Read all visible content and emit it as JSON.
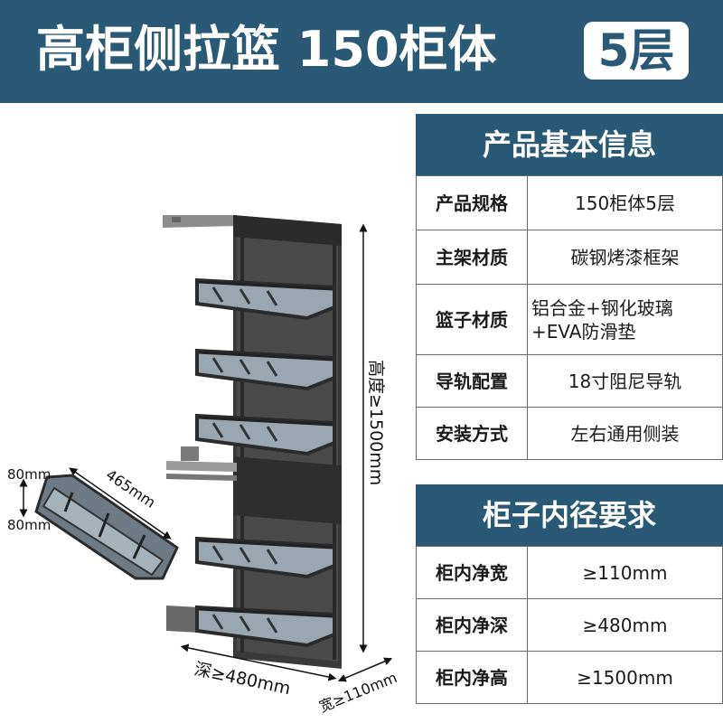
{
  "header": {
    "title": "高柜侧拉篮  150柜体",
    "badge": "5层"
  },
  "info": {
    "title": "产品基本信息",
    "rows": [
      {
        "label": "产品规格",
        "value": "150柜体5层"
      },
      {
        "label": "主架材质",
        "value": "碳钢烤漆框架"
      },
      {
        "label": "篮子材质",
        "value": "铝合金+钢化玻璃+EVA防滑垫"
      },
      {
        "label": "导轨配置",
        "value": "18寸阻尼导轨"
      },
      {
        "label": "安装方式",
        "value": "左右通用侧装"
      }
    ]
  },
  "cabinet": {
    "title": "柜子内径要求",
    "rows": [
      {
        "label": "柜内净宽",
        "value": "≥110mm"
      },
      {
        "label": "柜内净深",
        "value": "≥480mm"
      },
      {
        "label": "柜内净高",
        "value": "≥1500mm"
      }
    ]
  },
  "dims": {
    "height": "高度≥1500mm",
    "depth": "深≥480mm",
    "width": "宽≥110mm",
    "basket_len": "465mm",
    "basket_w": "80mm",
    "basket_h": "80mm"
  },
  "colors": {
    "header_bg": "#2a5976",
    "frame": "#2b2b2b",
    "glass": "#9aa7b0"
  }
}
